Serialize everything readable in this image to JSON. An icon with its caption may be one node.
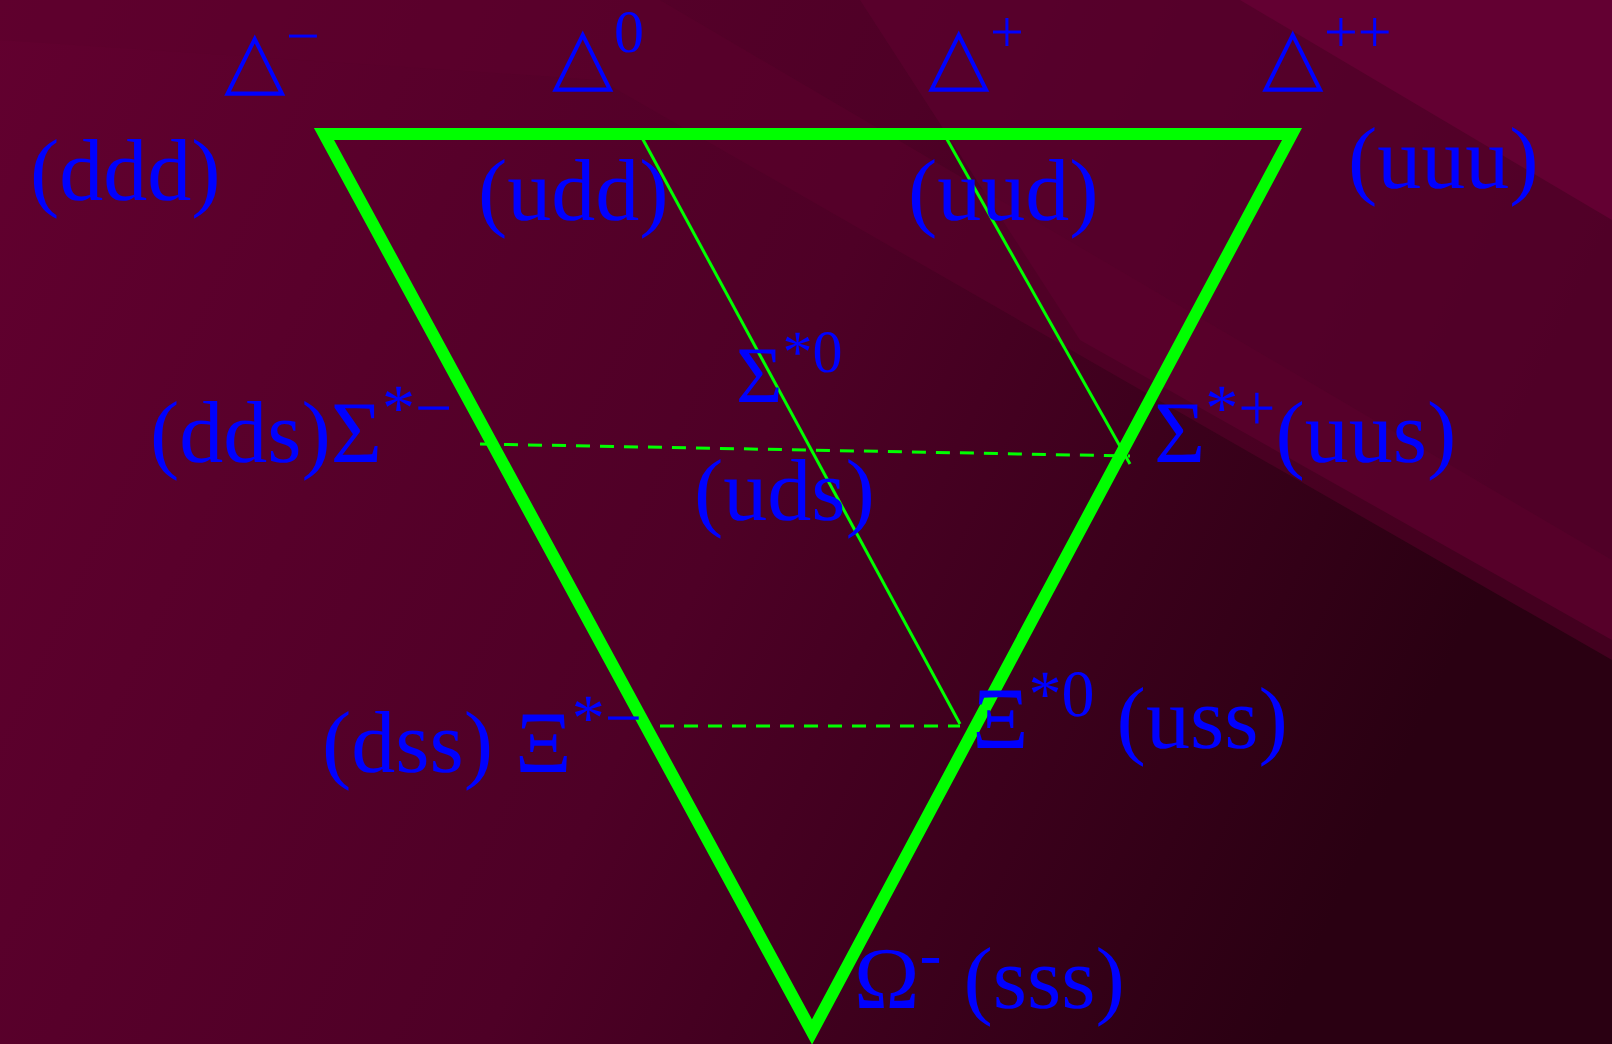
{
  "diagram": {
    "labels": [
      "△$^{−}$",
      "(ddd)",
      "△$^{0}$",
      "(udd)",
      "△$^{+}$",
      "(uud)",
      "△$^{++}$",
      "(uuu)",
      "(dds)Σ$^{*−}$",
      "Σ$^{*0}$",
      "(uds)",
      "Σ$^{*+}$(uus)",
      "(dss) Ξ$^{*−}$",
      "Ξ$^{*0}$ (uss)",
      "Ω$^{-}$ (sss)"
    ]
  }
}
